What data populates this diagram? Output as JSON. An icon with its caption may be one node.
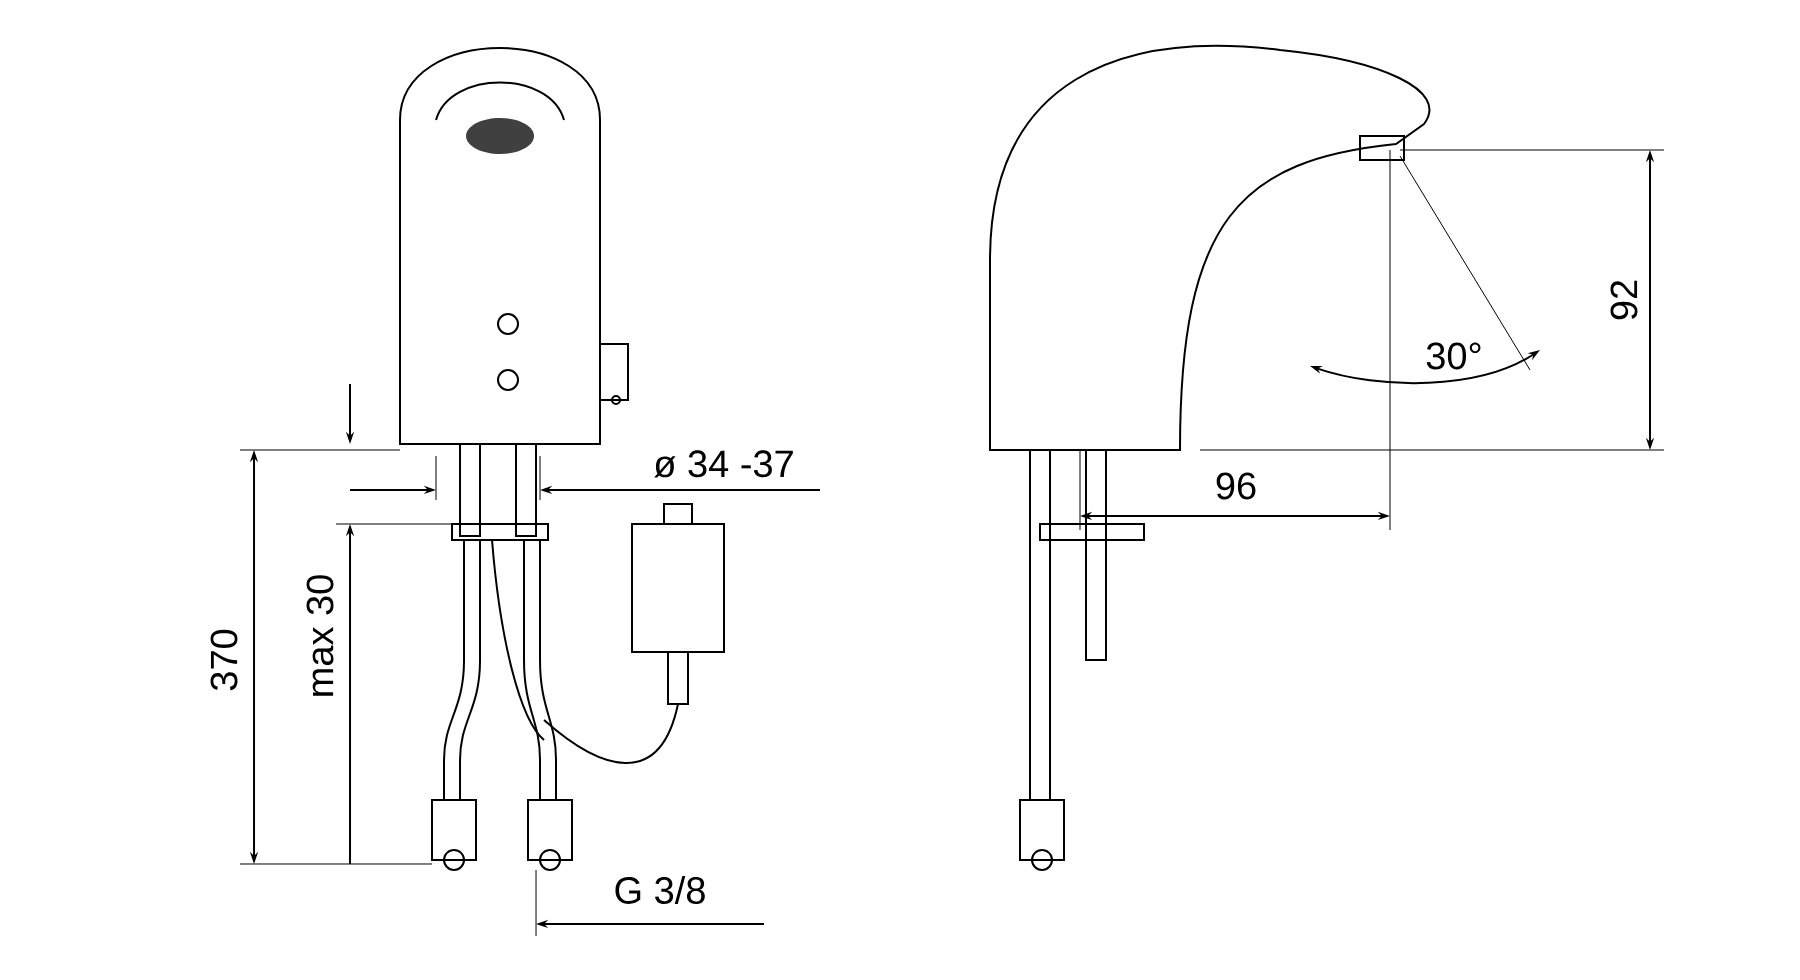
{
  "diagram": {
    "labels": [
      "ø 34 -37",
      "370",
      "max 30",
      "G 3/8",
      "96",
      "92",
      "30°"
    ]
  }
}
